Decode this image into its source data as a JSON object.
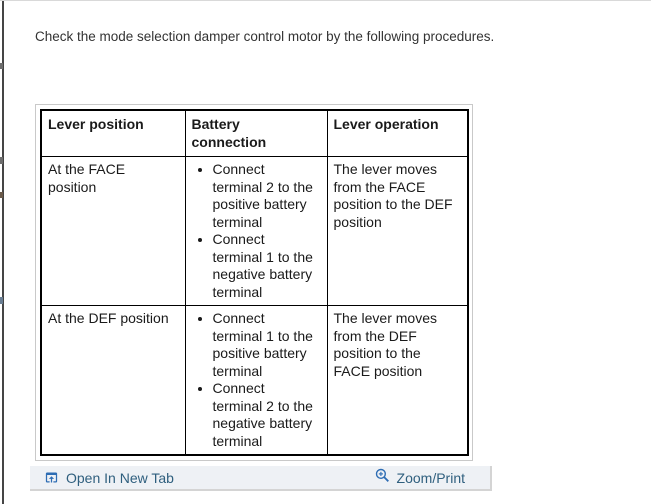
{
  "intro": {
    "text": "Check the mode selection damper control motor by the following procedures."
  },
  "table": {
    "headers": [
      "Lever position",
      "Battery connection",
      "Lever operation"
    ],
    "rows": [
      {
        "lever_position": "At the FACE position",
        "battery_connection": [
          "Connect terminal 2 to the positive battery terminal",
          "Connect terminal 1 to the negative battery terminal"
        ],
        "lever_operation": "The lever moves from the FACE position to the DEF position"
      },
      {
        "lever_position": "At the DEF position",
        "battery_connection": [
          "Connect terminal 1 to the positive battery terminal",
          "Connect terminal 2 to the negative battery terminal"
        ],
        "lever_operation": "The lever moves from the DEF position to the FACE position"
      }
    ]
  },
  "footer": {
    "open_in_new_tab": "Open In New Tab",
    "zoom_print": "Zoom/Print"
  },
  "icons": {
    "open_in_new_tab": "open-in-new-tab-icon",
    "zoom_print": "zoom-in-icon"
  },
  "colors": {
    "link_text": "#2f5f7e",
    "link_icon_blue": "#2e6db4",
    "footer_background": "#eef1f5",
    "table_border": "#000000",
    "body_text": "#333333"
  }
}
